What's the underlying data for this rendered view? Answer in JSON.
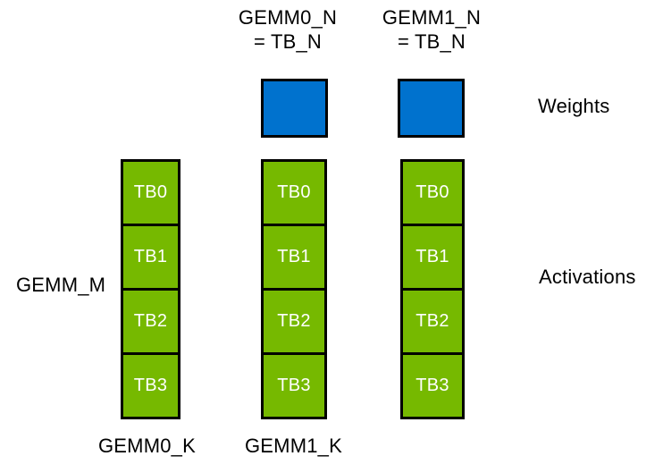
{
  "colors": {
    "background": "#FFFFFF",
    "weights_blue": "#0072CE",
    "activations_green": "#76B900",
    "outline_black": "#000000",
    "block_text_white": "#FFFFFF",
    "label_text_black": "#000000"
  },
  "top_labels": [
    {
      "line1": "GEMM0_N",
      "line2": "= TB_N"
    },
    {
      "line1": "GEMM1_N",
      "line2": "= TB_N"
    }
  ],
  "legend": {
    "weights": "Weights",
    "activations": "Activations"
  },
  "side_label": "GEMM_M",
  "bottom_labels": [
    "GEMM0_K",
    "GEMM1_K"
  ],
  "columns": [
    {
      "blocks": [
        "TB0",
        "TB1",
        "TB2",
        "TB3"
      ]
    },
    {
      "blocks": [
        "TB0",
        "TB1",
        "TB2",
        "TB3"
      ]
    },
    {
      "blocks": [
        "TB0",
        "TB1",
        "TB2",
        "TB3"
      ]
    }
  ]
}
